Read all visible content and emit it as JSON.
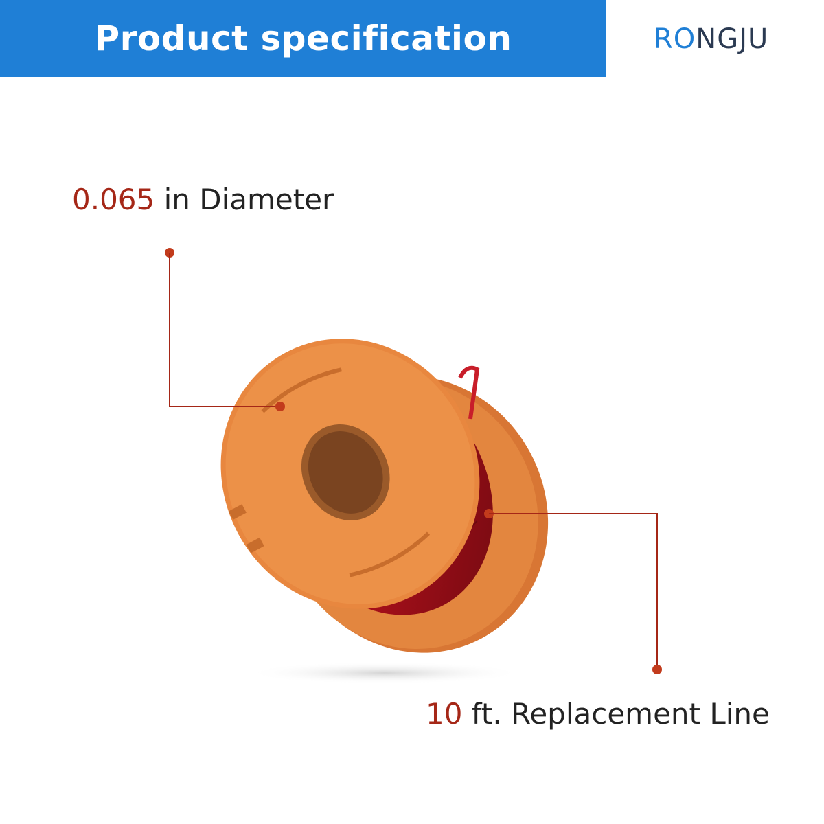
{
  "header": {
    "title": "Product specification",
    "brand_accent": "RO",
    "brand_rest": "NGJU"
  },
  "callouts": {
    "diameter": {
      "number": "0.065",
      "text": " in Diameter"
    },
    "length": {
      "number": "10",
      "text": " ft. Replacement  Line"
    }
  },
  "colors": {
    "header_bg": "#1f7fd6",
    "accent_red": "#a52717",
    "spool_orange": "#e0823c",
    "line_red": "#b5121b"
  },
  "product_image": {
    "icon": "trimmer-line-spool-icon"
  }
}
